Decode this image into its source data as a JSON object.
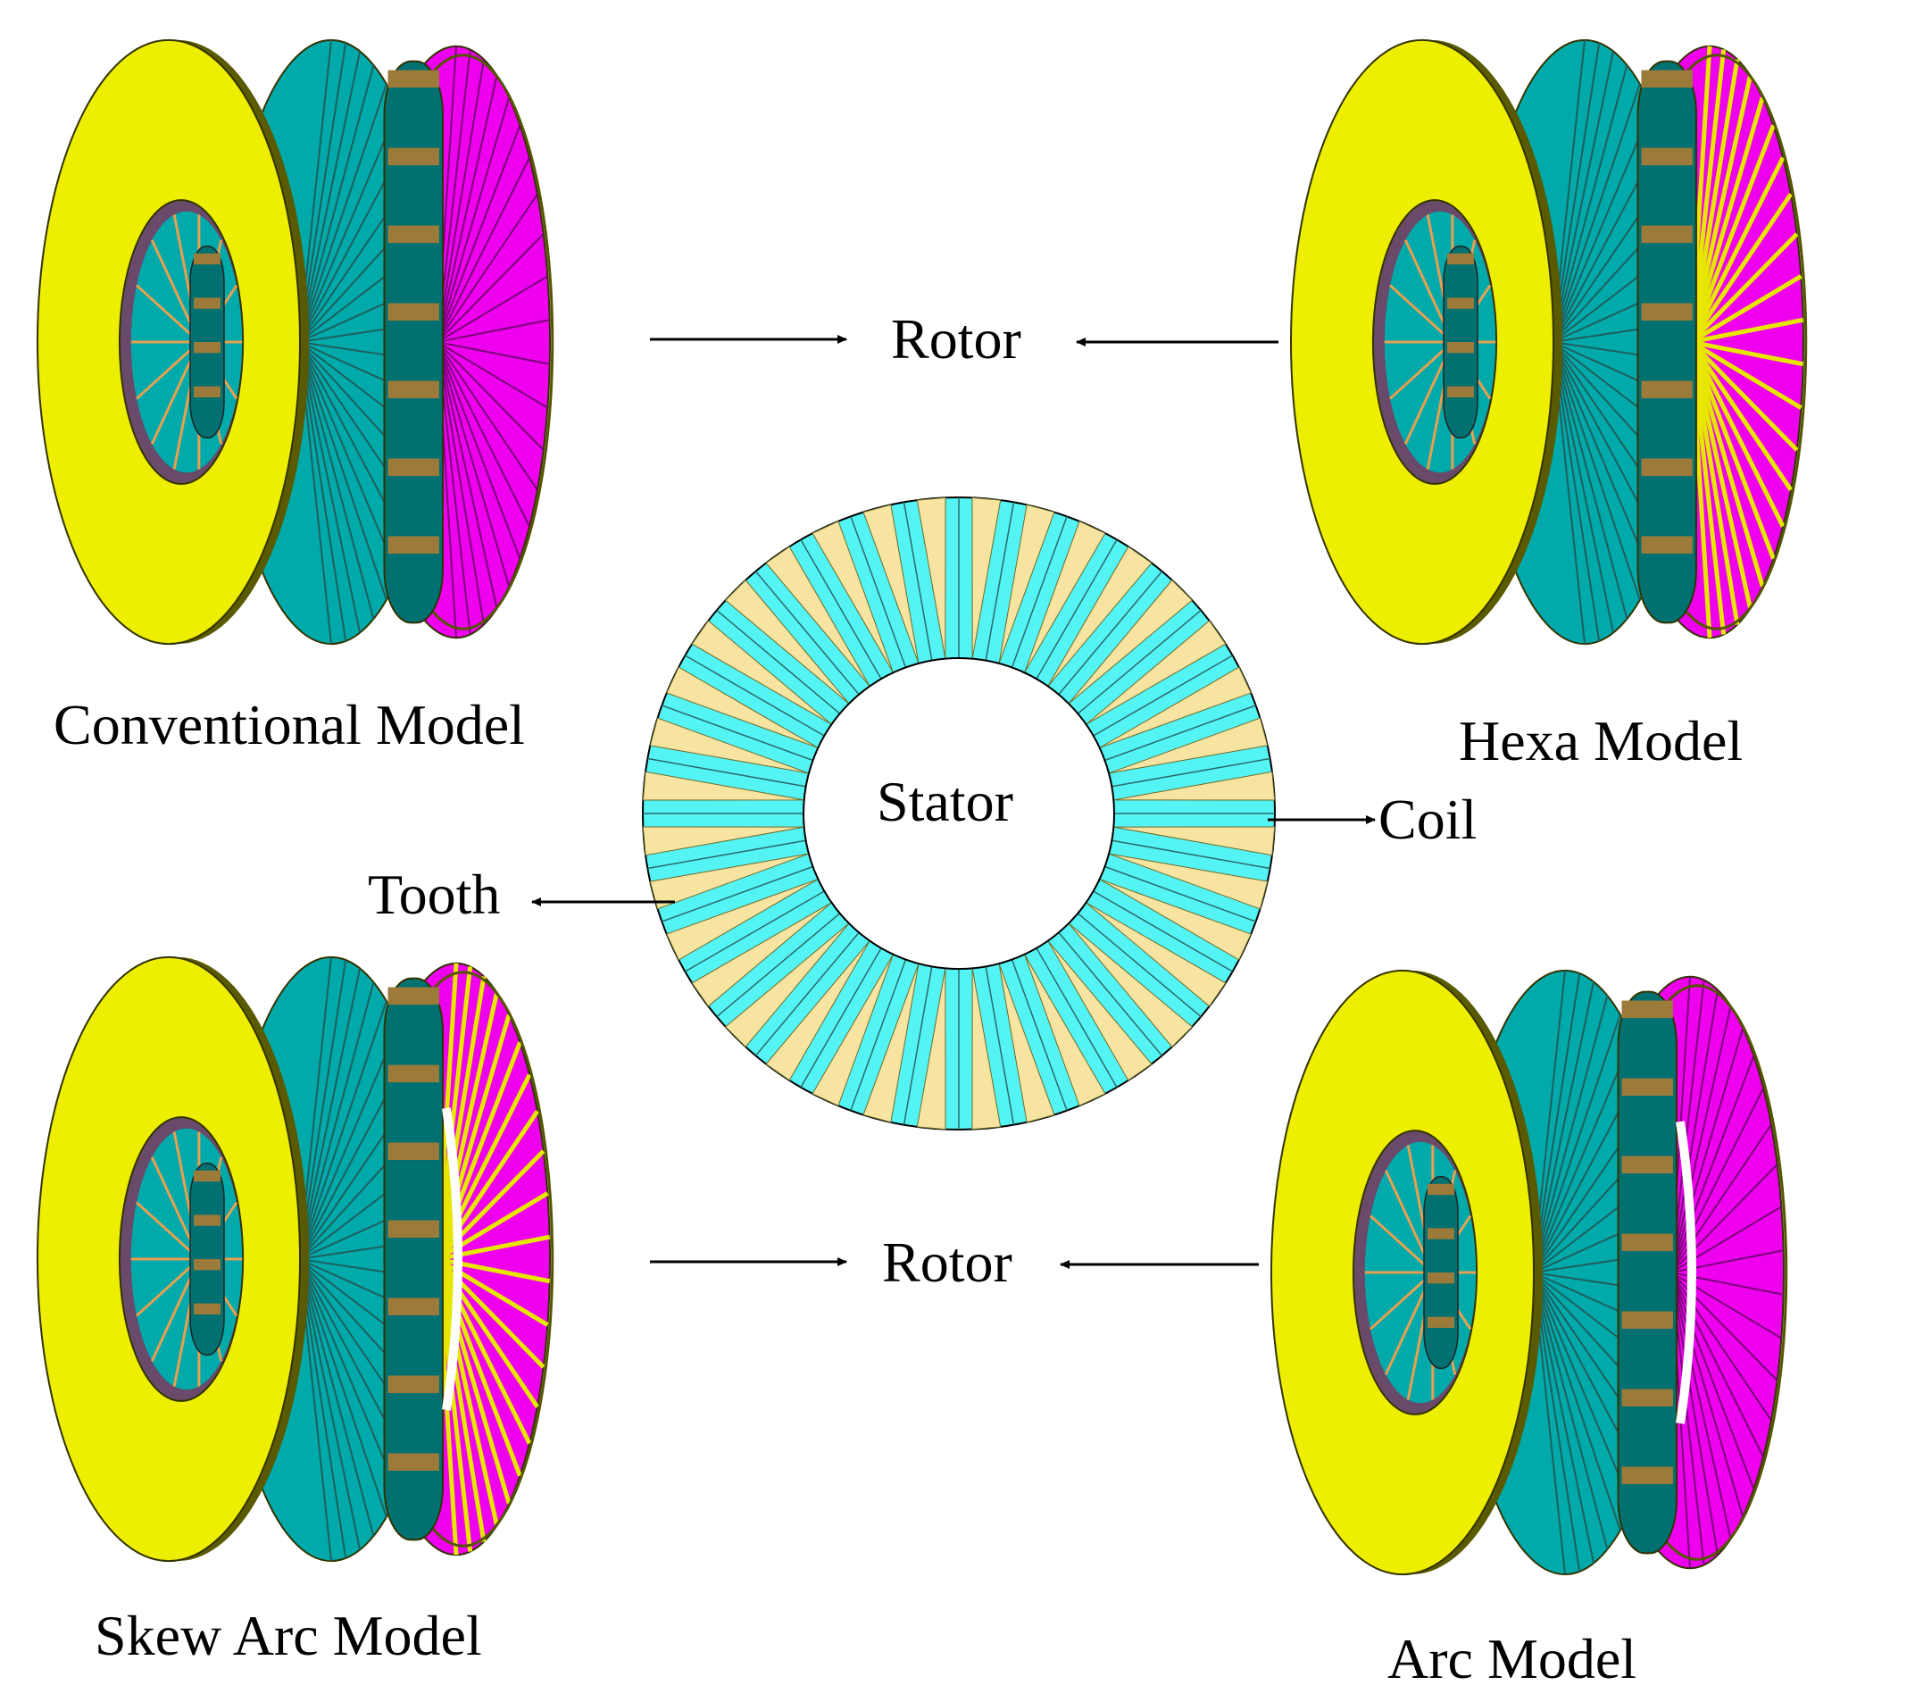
{
  "labels": {
    "conventional": "Conventional Model",
    "hexa": "Hexa Model",
    "skew_arc": "Skew Arc Model",
    "arc": "Arc Model",
    "rotor_top": "Rotor",
    "rotor_bottom": "Rotor",
    "stator": "Stator",
    "coil": "Coil",
    "tooth": "Tooth"
  },
  "colors": {
    "rotor_disc": "#eeee00",
    "stator_tooth": "#55f4f4",
    "stator_coil": "#f7e4a0",
    "tooth_3d": "#00aaaa",
    "tooth_dark": "#007070",
    "coil_3d": "#9b7a3a",
    "magnet": "#ee00ee",
    "outline": "#333300"
  },
  "stator": {
    "slot_count": 36
  }
}
